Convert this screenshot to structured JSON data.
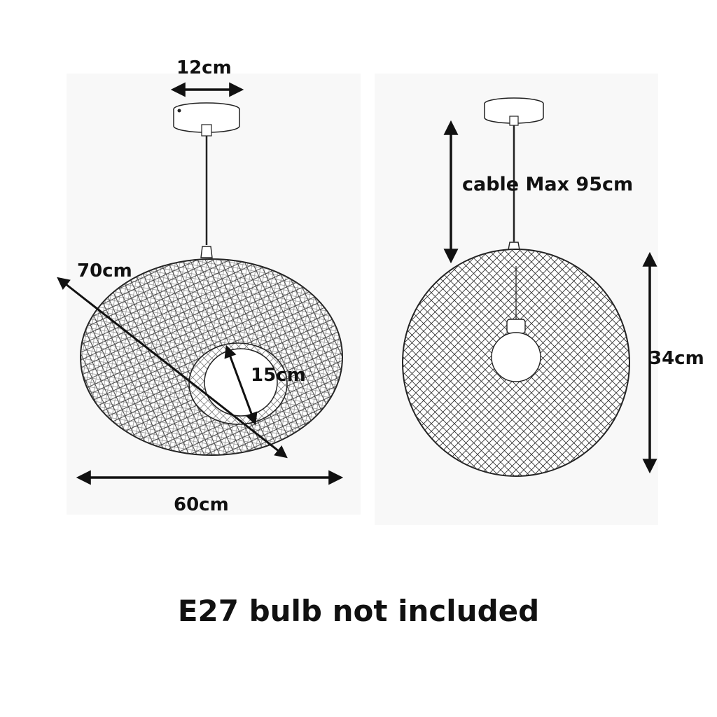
{
  "dimensions": {
    "canopy_diameter": "12cm",
    "diagonal": "70cm",
    "hole_diameter": "15cm",
    "width": "60cm",
    "cable": "cable Max 95cm",
    "height": "34cm"
  },
  "note": "E27 bulb not included",
  "colors": {
    "line": "#111111",
    "panel": "#f7f7f7",
    "background": "#ffffff"
  }
}
